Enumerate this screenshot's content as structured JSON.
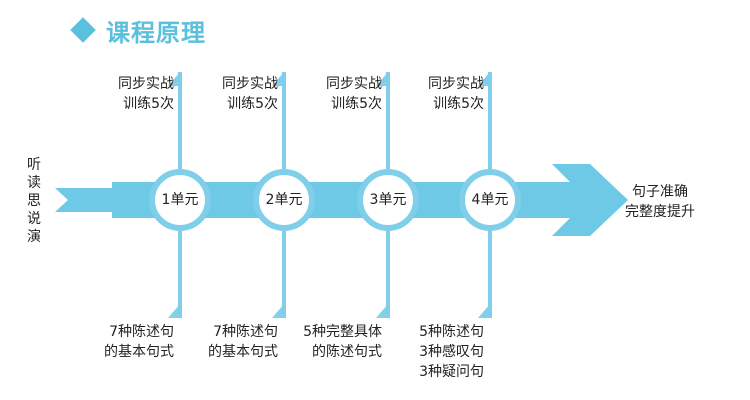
{
  "title": "课程原理",
  "colors": {
    "accent": "#5BC0DE",
    "arrow": "#6DC9E6",
    "node_border": "#7FCFEA",
    "flag": "#7FD0EC"
  },
  "start_label_chars": [
    "听",
    "读",
    "思",
    "说",
    "演"
  ],
  "end_label": [
    "句子准确",
    "完整度提升"
  ],
  "units": [
    {
      "label": "1单元",
      "top_lines": [
        "同步实战",
        "训练5次"
      ],
      "bottom_lines": [
        "7种陈述句",
        "的基本句式"
      ]
    },
    {
      "label": "2单元",
      "top_lines": [
        "同步实战",
        "训练5次"
      ],
      "bottom_lines": [
        "7种陈述句",
        "的基本句式"
      ]
    },
    {
      "label": "3单元",
      "top_lines": [
        "同步实战",
        "训练5次"
      ],
      "bottom_lines": [
        "5种完整具体",
        "的陈述句式"
      ]
    },
    {
      "label": "4单元",
      "top_lines": [
        "同步实战",
        "训练5次"
      ],
      "bottom_lines": [
        "5种陈述句",
        "3种感叹句",
        "3种疑问句"
      ]
    }
  ]
}
